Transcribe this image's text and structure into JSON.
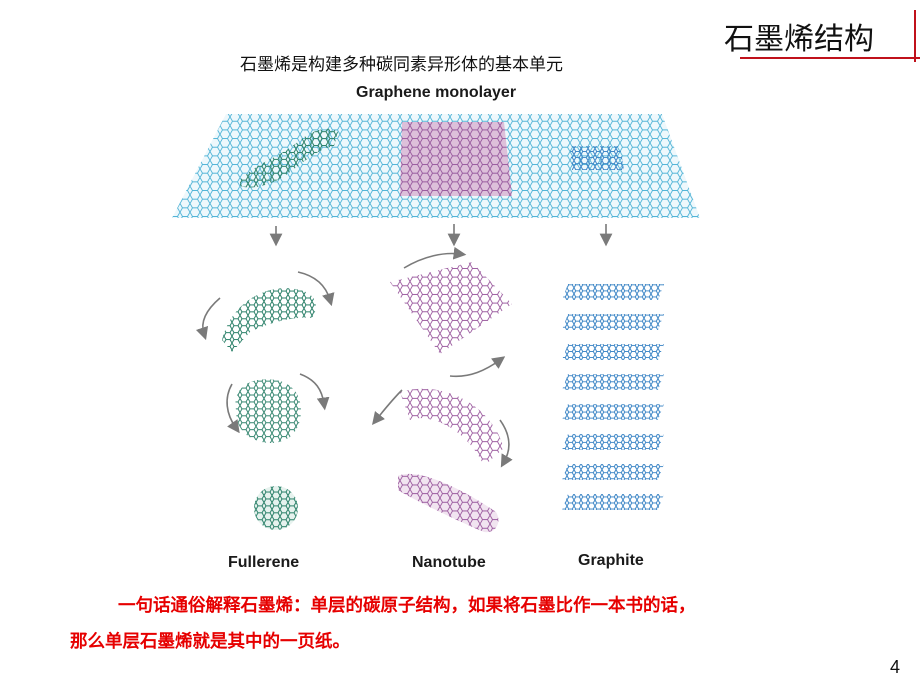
{
  "header": {
    "title": "石墨烯结构"
  },
  "subtitle": "石墨烯是构建多种碳同素异形体的基本单元",
  "figure": {
    "top_label": "Graphene monolayer",
    "labels": {
      "fullerene": "Fullerene",
      "nanotube": "Nanotube",
      "graphite": "Graphite"
    },
    "colors": {
      "graphene": "#4fb3d6",
      "fullerene": "#2a8068",
      "nanotube": "#9a5a9e",
      "graphite": "#3d86c6",
      "arrow": "#7a7a7a"
    }
  },
  "note": {
    "line1": "一句话通俗解释石墨烯：单层的碳原子结构，如果将石墨比作一本书的话，",
    "line2": "那么单层石墨烯就是其中的一页纸。"
  },
  "page_number": "4"
}
